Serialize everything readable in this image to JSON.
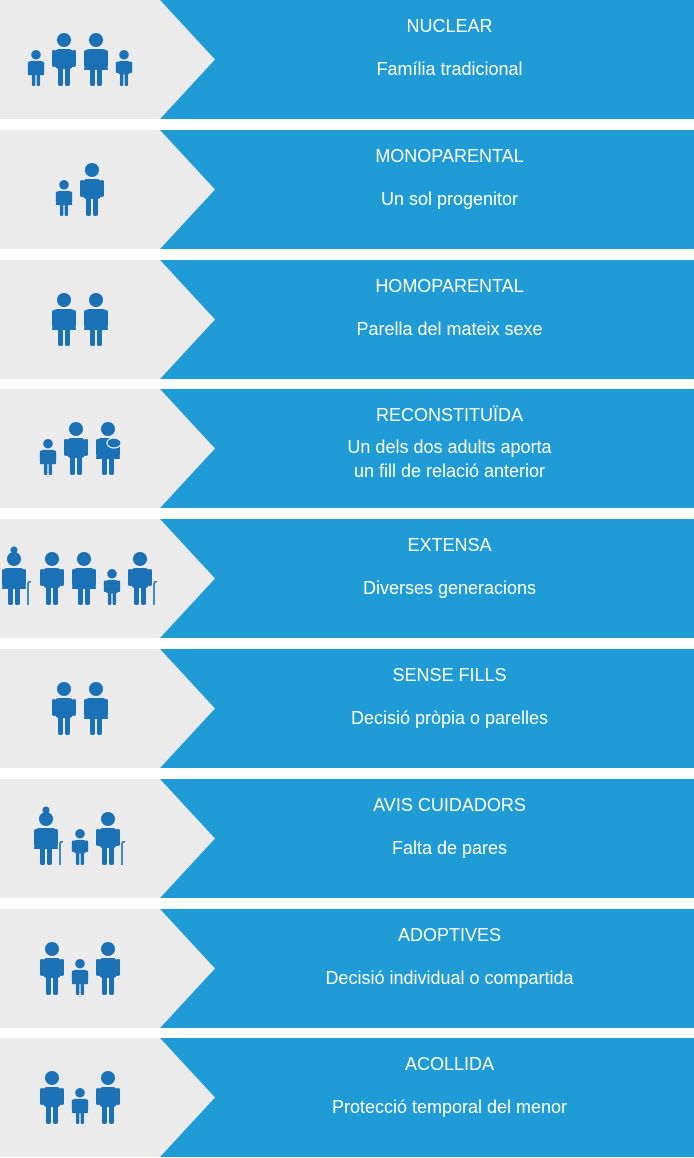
{
  "colors": {
    "gray": "#ebebeb",
    "blue": "#1f9bd5",
    "icon": "#1a71b6"
  },
  "rows": [
    {
      "title": "NUCLEAR",
      "subtitle": "Família tradicional",
      "figures": [
        "girl",
        "man",
        "woman",
        "boy"
      ]
    },
    {
      "title": "MONOPARENTAL",
      "subtitle": "Un sol progenitor",
      "figures": [
        "girl",
        "man"
      ]
    },
    {
      "title": "HOMOPARENTAL",
      "subtitle": "Parella del mateix sexe",
      "figures": [
        "woman",
        "woman"
      ]
    },
    {
      "title": "RECONSTITUÏDA",
      "subtitle": "Un dels dos adults aporta\nun fill de relació anterior",
      "figures": [
        "girl",
        "man",
        "woman-baby"
      ]
    },
    {
      "title": "EXTENSA",
      "subtitle": "Diverses generacions",
      "figures": [
        "grandma",
        "man",
        "woman",
        "boy",
        "grandpa"
      ]
    },
    {
      "title": "SENSE FILLS",
      "subtitle": "Decisió pròpia o parelles",
      "figures": [
        "man",
        "woman"
      ]
    },
    {
      "title": "AVIS CUIDADORS",
      "subtitle": "Falta de pares",
      "figures": [
        "grandma",
        "boy",
        "grandpa"
      ]
    },
    {
      "title": "ADOPTIVES",
      "subtitle": "Decisió individual o compartida",
      "figures": [
        "man",
        "girl",
        "man"
      ]
    },
    {
      "title": "ACOLLIDA",
      "subtitle": "Protecció temporal del menor",
      "figures": [
        "man",
        "girl",
        "man"
      ]
    }
  ]
}
